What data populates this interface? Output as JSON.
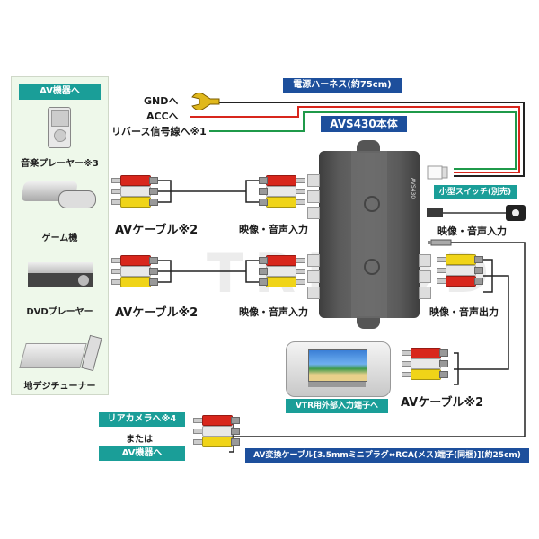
{
  "watermark": "TRIPOD",
  "sidebar": {
    "header": "AV機器へ",
    "devices": [
      {
        "label": "音楽プレーヤー※3",
        "icon": "music-player-icon"
      },
      {
        "label": "ゲーム機",
        "icon": "game-console-icon"
      },
      {
        "label": "DVDプレーヤー",
        "icon": "dvd-player-icon"
      },
      {
        "label": "地デジチューナー",
        "icon": "digital-tuner-icon"
      }
    ]
  },
  "power": {
    "harness_label": "電源ハーネス(約75cm)",
    "gnd": "GNDへ",
    "acc": "ACCへ",
    "reverse": "リバース信号線へ※1"
  },
  "unit": {
    "title": "AVS430本体",
    "side_text": "AVS430"
  },
  "cables": {
    "av_cable_1": "AVケーブル※2",
    "av_cable_2": "AVケーブル※2",
    "av_cable_3": "AVケーブル※2",
    "input_1": "映像・音声入力",
    "input_2": "映像・音声入力",
    "input_3": "映像・音声入力",
    "output": "映像・音声出力"
  },
  "switch": {
    "label": "小型スイッチ(別売)"
  },
  "monitor": {
    "label": "VTR用外部入力端子へ"
  },
  "rear": {
    "rear_camera": "リアカメラへ※4",
    "or": "または",
    "av_device": "AV機器へ"
  },
  "conversion_cable": "AV変換ケーブル[3.5mmミニプラグ⇔RCA(メス)端子(同梱)](約25cm)",
  "colors": {
    "teal": "#1a9e98",
    "blue": "#1d4f9c",
    "red_plug": "#d8261c",
    "white_plug": "#e8e8e8",
    "yellow_plug": "#f0d418",
    "wire_red": "#d8261c",
    "wire_green": "#1f9a4a",
    "wire_black": "#222222"
  }
}
